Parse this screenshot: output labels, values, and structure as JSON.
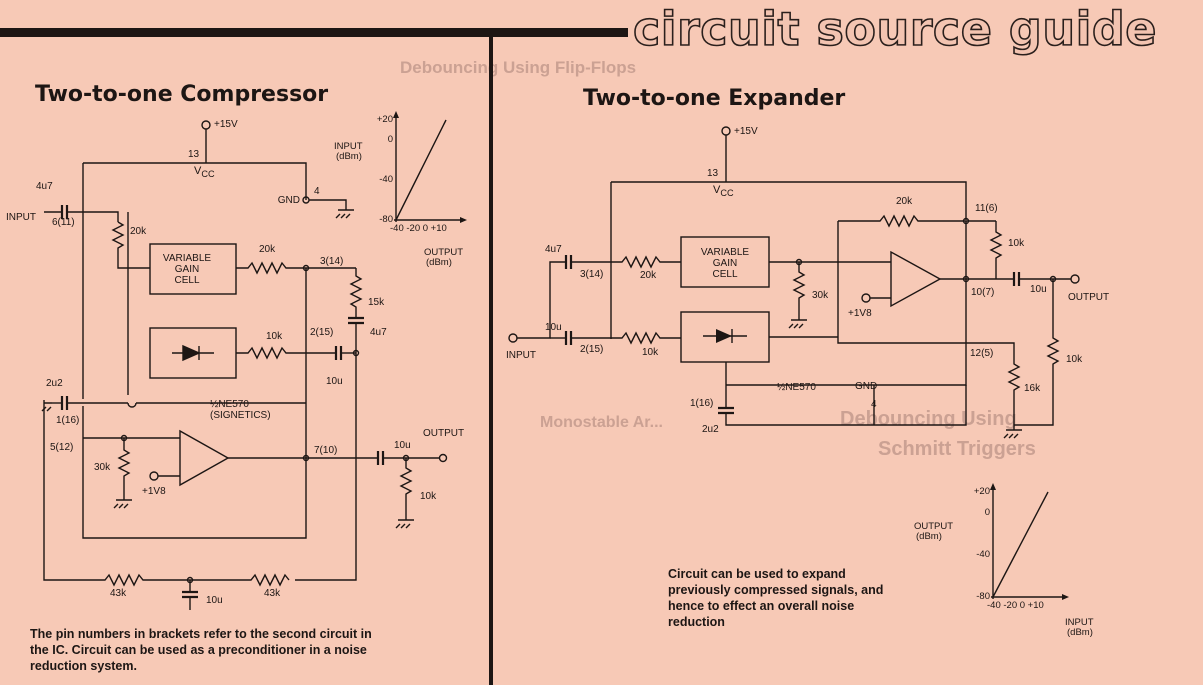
{
  "masthead": "circuit source guide",
  "show_through": {
    "header_1": "Debouncing Using Flip-Flops",
    "header_2": "Debouncing Using",
    "header_3": "Schmitt Triggers",
    "header_4": "Monostable Ar..."
  },
  "compressor": {
    "title": "Two-to-one Compressor",
    "supply": "+15V",
    "pin_vcc": "13",
    "vcc": "V",
    "vcc_sub": "CC",
    "gnd_label": "GND",
    "gnd_pin": "4",
    "in_cap": "4u7",
    "input": "INPUT",
    "in_pin": "6(11)",
    "r_bias": "20k",
    "vga_line1": "VARIABLE",
    "vga_line2": "GAIN",
    "vga_line3": "CELL",
    "r_vga": "20k",
    "pin_vga_out": "3(14)",
    "r_15k": "15k",
    "pin_rect": "2(15)",
    "cap_4u7": "4u7",
    "r_rect": "10k",
    "cap_10u": "10u",
    "cap_2u2": "2u2",
    "pin_1": "1(16)",
    "ic_name": "½NE570",
    "maker": "(SIGNETICS)",
    "pin_5": "5(12)",
    "r_30k": "30k",
    "bias": "+1V8",
    "pin_out": "7(10)",
    "out_cap": "10u",
    "output": "OUTPUT",
    "r_load": "10k",
    "r_43k_left": "43k",
    "r_43k_right": "43k",
    "cap_fb": "10u",
    "note": [
      "The pin numbers in brackets refer to the second circuit in",
      "the IC.  Circuit can be used as a preconditioner in a noise",
      "reduction system."
    ]
  },
  "expander": {
    "title": "Two-to-one Expander",
    "supply": "+15V",
    "pin_vcc": "13",
    "vcc": "V",
    "vcc_sub": "CC",
    "cap_4u7": "4u7",
    "pin_vga": "3(14)",
    "r_vga": "20k",
    "vga_line1": "VARIABLE",
    "vga_line2": "GAIN",
    "vga_line3": "CELL",
    "cap_10u": "10u",
    "pin_rect": "2(15)",
    "r_rect": "10k",
    "input": "INPUT",
    "r_30k": "30k",
    "r_fb": "20k",
    "pin_11": "11(6)",
    "r_10k_top": "10k",
    "bias": "+1V8",
    "pin_out": "10(7)",
    "out_cap": "10u",
    "output": "OUTPUT",
    "r_load": "10k",
    "pin_12": "12(5)",
    "r_16k": "16k",
    "ic_name": "½NE570",
    "gnd_label": "GND",
    "gnd_pin": "4",
    "pin_1": "1(16)",
    "cap_2u2": "2u2",
    "note": [
      "Circuit can be used to expand",
      "previously compressed signals, and",
      "hence to effect an overall noise",
      "reduction"
    ]
  },
  "chart_data": [
    {
      "type": "line",
      "title": "",
      "xlabel": "OUTPUT (dBm)",
      "ylabel": "INPUT (dBm)",
      "x_ticks": [
        "-40",
        "-20",
        "0",
        "+10"
      ],
      "y_ticks": [
        "+20",
        "0",
        "-40",
        "-80"
      ],
      "xlim": [
        -40,
        10
      ],
      "ylim": [
        -80,
        20
      ],
      "series": [
        {
          "x": [
            -40,
            10
          ],
          "y": [
            -80,
            20
          ]
        }
      ]
    },
    {
      "type": "line",
      "title": "",
      "xlabel": "INPUT (dBm)",
      "ylabel": "OUTPUT (dBm)",
      "x_ticks": [
        "-40",
        "-20",
        "0",
        "+10"
      ],
      "y_ticks": [
        "+20",
        "0",
        "-40",
        "-80"
      ],
      "xlim": [
        -40,
        10
      ],
      "ylim": [
        -80,
        20
      ],
      "series": [
        {
          "x": [
            -40,
            10
          ],
          "y": [
            -80,
            20
          ]
        }
      ]
    }
  ]
}
